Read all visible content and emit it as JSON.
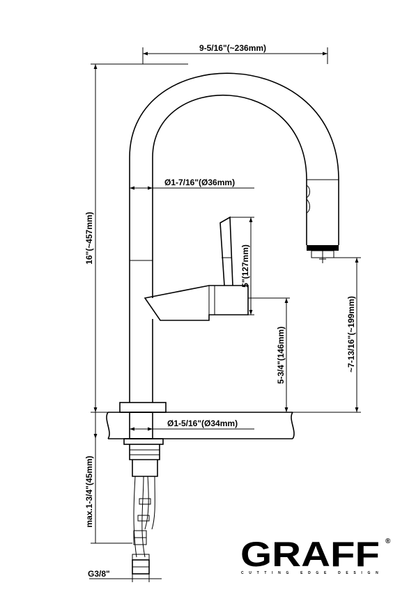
{
  "dimensions": {
    "width": "9-5/16\"(~236mm)",
    "height": "16\"(~457mm)",
    "pipe_diameter": "Ø1-7/16\"(Ø36mm)",
    "handle_height": "5\"(127mm)",
    "spout_clearance": "~7-13/16\"(~199mm)",
    "handle_base_height": "5-3/4\"(146mm)",
    "base_diameter": "Ø1-5/16\"(Ø34mm)",
    "max_deck": "max.1-3/4\"(45mm)",
    "connection": "G3/8\""
  },
  "brand": {
    "name": "GRAFF",
    "registered": "®",
    "tagline": "CUTTING EDGE DESIGN"
  }
}
